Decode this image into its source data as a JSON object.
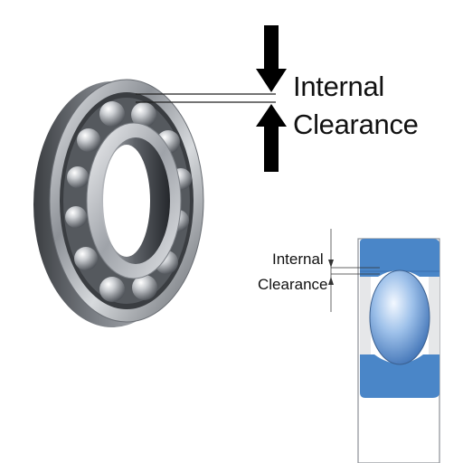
{
  "main_label": {
    "line1": "Internal",
    "line2": "Clearance"
  },
  "detail_label": {
    "line1": "Internal",
    "line2": "Clearance"
  },
  "colors": {
    "race_blue": "#4a86c8",
    "ball_blue": "#8fb6e6",
    "steel": "#9a9ea4",
    "arrow": "#000000"
  }
}
